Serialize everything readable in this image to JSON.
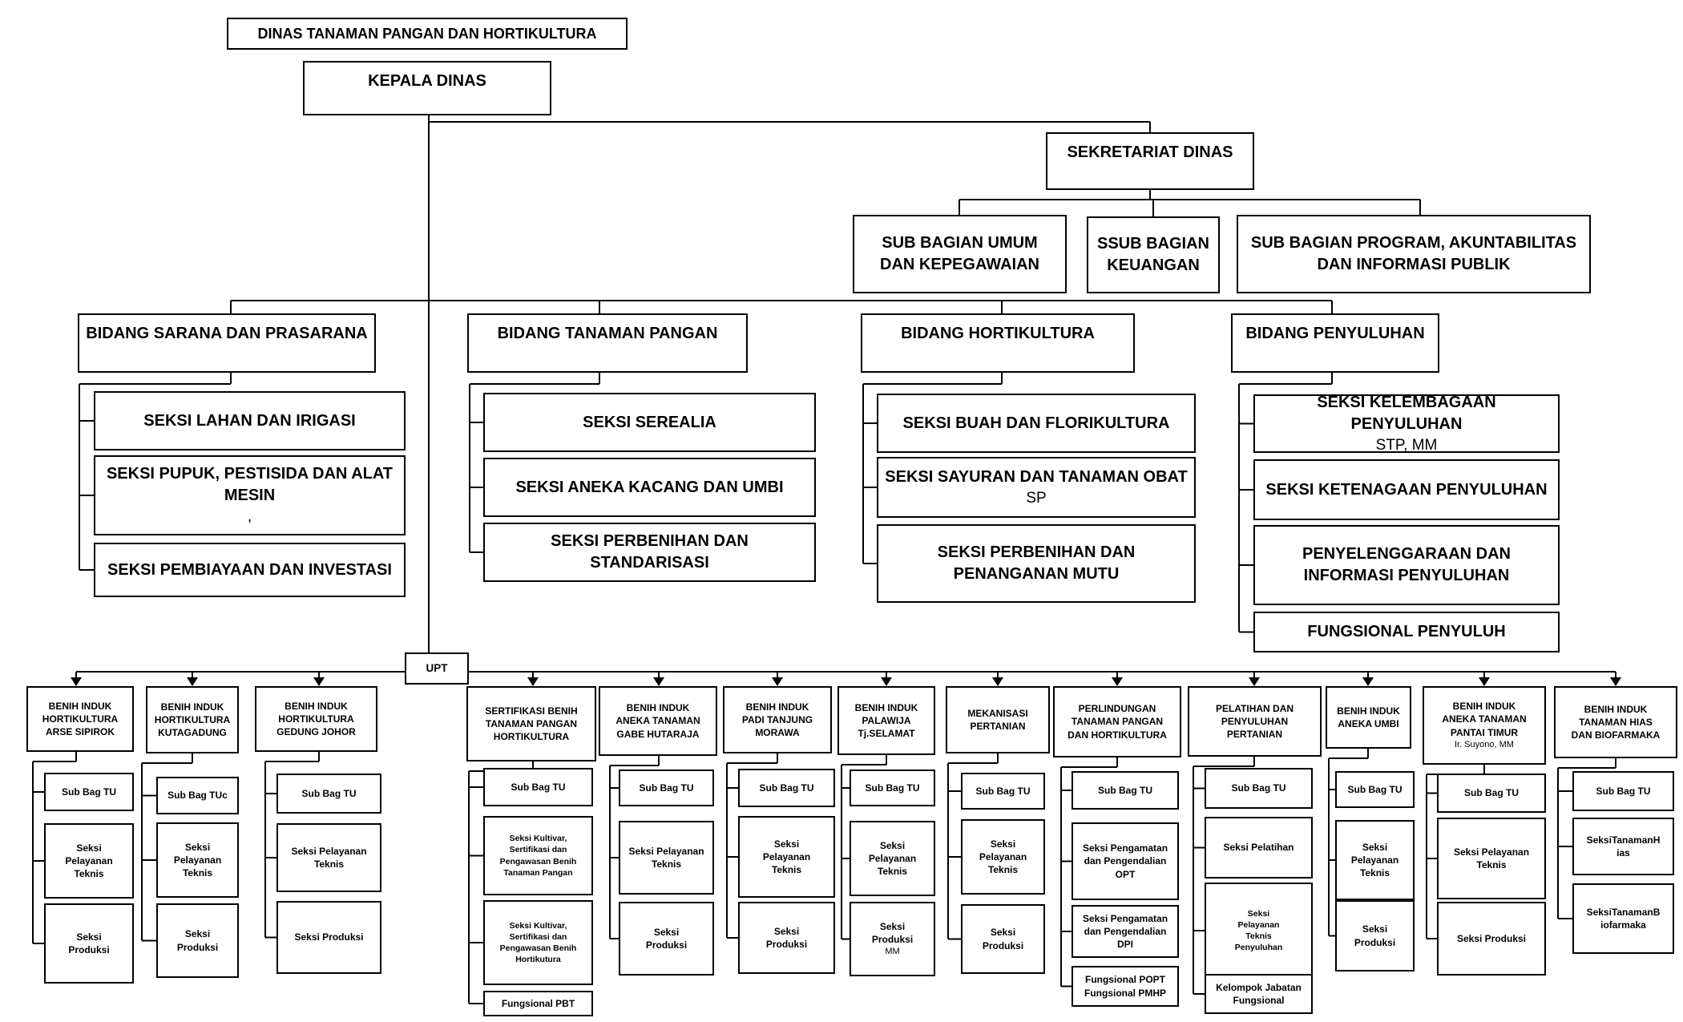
{
  "title": "DINAS TANAMAN PANGAN DAN HORTIKULTURA",
  "head": "KEPALA DINAS",
  "secretariat": {
    "label": "SEKRETARIAT DINAS",
    "sub_units": [
      "SUB BAGIAN UMUM\nDAN KEPEGAWAIAN",
      "SSUB BAGIAN\nKEUANGAN",
      "SUB BAGIAN PROGRAM, AKUNTABILITAS\nDAN INFORMASI PUBLIK"
    ]
  },
  "fields": [
    {
      "label": "BIDANG SARANA DAN PRASARANA",
      "sections": [
        {
          "label": "SEKSI LAHAN DAN IRIGASI"
        },
        {
          "label": "SEKSI PUPUK, PESTISIDA DAN ALAT\nMESIN",
          "note": ","
        },
        {
          "label": "SEKSI PEMBIAYAAN DAN INVESTASI"
        }
      ]
    },
    {
      "label": "BIDANG TANAMAN PANGAN",
      "sections": [
        {
          "label": "SEKSI SEREALIA"
        },
        {
          "label": "SEKSI ANEKA KACANG DAN UMBI"
        },
        {
          "label": "SEKSI PERBENIHAN DAN STANDARISASI"
        }
      ]
    },
    {
      "label": "BIDANG HORTIKULTURA",
      "sections": [
        {
          "label": "SEKSI BUAH DAN FLORIKULTURA"
        },
        {
          "label": "SEKSI SAYURAN DAN TANAMAN OBAT",
          "note": "SP"
        },
        {
          "label": "SEKSI PERBENIHAN DAN\nPENANGANAN MUTU"
        }
      ]
    },
    {
      "label": "BIDANG PENYULUHAN",
      "sections": [
        {
          "label": "SEKSI KELEMBAGAAN PENYULUHAN",
          "note": "STP, MM"
        },
        {
          "label": "SEKSI KETENAGAAN PENYULUHAN"
        },
        {
          "label": "PENYELENGGARAAN DAN\nINFORMASI PENYULUHAN"
        },
        {
          "label": "FUNGSIONAL PENYULUH"
        }
      ]
    }
  ],
  "upt": {
    "label": "UPT",
    "units": [
      {
        "label": "BENIH INDUK\nHORTIKULTURA\nARSE SIPIROK",
        "subs": [
          {
            "label": "Sub Bag TU"
          },
          {
            "label": "Seksi\nPelayanan\nTeknis"
          },
          {
            "label": "Seksi\nProduksi"
          }
        ]
      },
      {
        "label": "BENIH INDUK\nHORTIKULTURA\nKUTAGADUNG",
        "subs": [
          {
            "label": "Sub Bag TUc"
          },
          {
            "label": "Seksi\nPelayanan\nTeknis"
          },
          {
            "label": "Seksi\nProduksi"
          }
        ]
      },
      {
        "label": "BENIH INDUK\nHORTIKULTURA\nGEDUNG JOHOR",
        "subs": [
          {
            "label": "Sub Bag TU"
          },
          {
            "label": "Seksi Pelayanan\nTeknis"
          },
          {
            "label": "Seksi Produksi"
          }
        ]
      },
      {
        "label": "SERTIFIKASI BENIH\nTANAMAN PANGAN\nHORTIKULTURA",
        "subs": [
          {
            "label": "Sub Bag TU"
          },
          {
            "label": "Seksi Kultivar,\nSertifikasi dan\nPengawasan Benih\nTanaman Pangan"
          },
          {
            "label": "Seksi Kultivar,\nSertifikasi dan\nPengawasan Benih\nHortikutura"
          },
          {
            "label": "Fungsional PBT"
          }
        ]
      },
      {
        "label": "BENIH INDUK\nANEKA TANAMAN\nGABE HUTARAJA",
        "subs": [
          {
            "label": "Sub Bag TU"
          },
          {
            "label": "Seksi Pelayanan\nTeknis"
          },
          {
            "label": "Seksi\nProduksi"
          }
        ]
      },
      {
        "label": "BENIH INDUK\nPADI TANJUNG\nMORAWA",
        "subs": [
          {
            "label": "Sub Bag TU"
          },
          {
            "label": "Seksi\nPelayanan\nTeknis"
          },
          {
            "label": "Seksi\nProduksi"
          }
        ]
      },
      {
        "label": "BENIH INDUK\nPALAWIJA\nTj.SELAMAT",
        "subs": [
          {
            "label": "Sub Bag TU"
          },
          {
            "label": "Seksi\nPelayanan\nTeknis"
          },
          {
            "label": "Seksi\nProduksi",
            "note": "MM"
          }
        ]
      },
      {
        "label": "MEKANISASI\nPERTANIAN",
        "subs": [
          {
            "label": "Sub Bag TU"
          },
          {
            "label": "Seksi\nPelayanan\nTeknis"
          },
          {
            "label": "Seksi\nProduksi"
          }
        ]
      },
      {
        "label": "PERLINDUNGAN\nTANAMAN PANGAN\nDAN HORTIKULTURA",
        "subs": [
          {
            "label": "Sub Bag TU"
          },
          {
            "label": "Seksi Pengamatan\ndan Pengendalian\nOPT"
          },
          {
            "label": "Seksi Pengamatan\ndan Pengendalian\nDPI"
          },
          {
            "label": "Fungsional POPT\nFungsional PMHP"
          }
        ]
      },
      {
        "label": "PELATIHAN DAN\nPENYULUHAN\nPERTANIAN",
        "subs": [
          {
            "label": "Sub Bag TU"
          },
          {
            "label": "Seksi Pelatihan"
          },
          {
            "label": "Seksi\nPelayanan\nTeknis\nPenyuluhan"
          },
          {
            "label": "Kelompok Jabatan\nFungsional"
          }
        ]
      },
      {
        "label": "BENIH INDUK\nANEKA UMBI",
        "subs": [
          {
            "label": "Sub Bag TU"
          },
          {
            "label": "Seksi\nPelayanan\nTeknis"
          },
          {
            "label": "Seksi\nProduksi"
          }
        ]
      },
      {
        "label": "BENIH INDUK\nANEKA TANAMAN\nPANTAI TIMUR",
        "note": "Ir. Suyono, MM",
        "subs": [
          {
            "label": "Sub Bag TU"
          },
          {
            "label": "Seksi Pelayanan\nTeknis"
          },
          {
            "label": "Seksi Produksi"
          }
        ]
      },
      {
        "label": "BENIH INDUK\nTANAMAN HIAS\nDAN BIOFARMAKA",
        "subs": [
          {
            "label": "Sub Bag TU"
          },
          {
            "label": "SeksiTanamanH\nias"
          },
          {
            "label": "SeksiTanamanB\niofarmaka"
          }
        ]
      }
    ]
  }
}
